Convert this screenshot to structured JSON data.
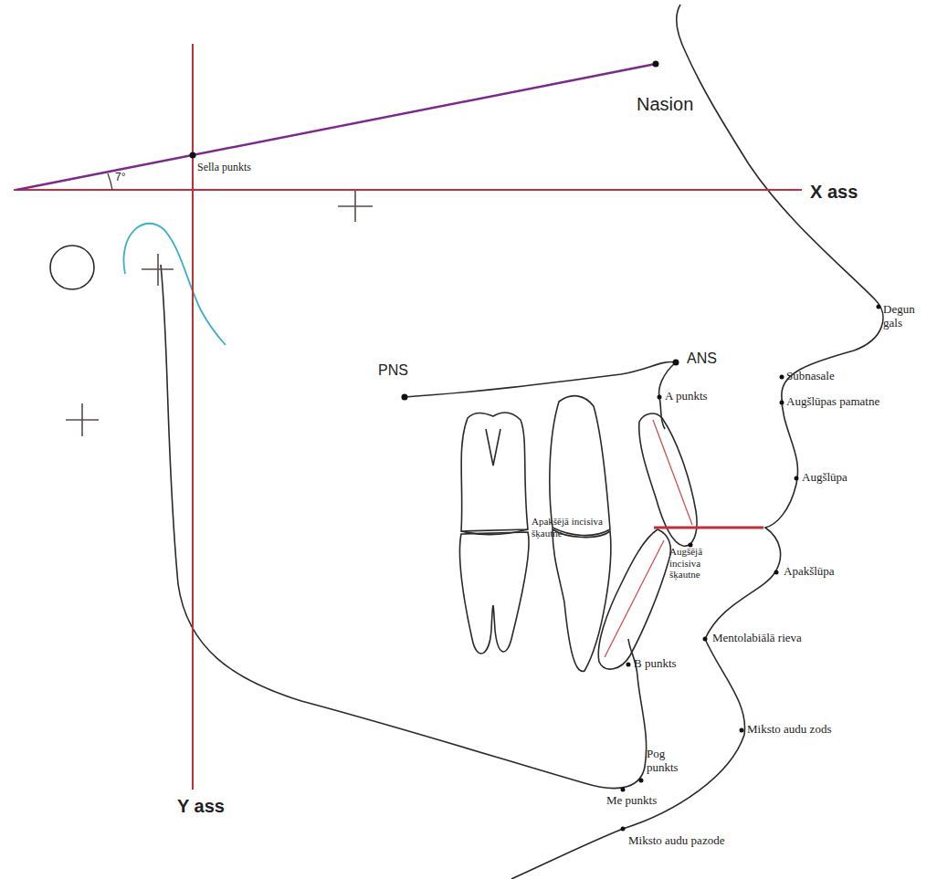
{
  "diagram": {
    "labels": [
      "Nasion",
      "7°",
      "Sella punkts",
      "X ass",
      "Degun gals",
      "Subnasale",
      "Augšlūpas pamatne",
      "PNS",
      "ANS",
      "A punkts",
      "Augšlūpa",
      "Apakšējā incisiva šķautne",
      "Augšējā incisiva šķautne",
      "Apakšlūpa",
      "Mentolabiālā rieva",
      "B punkts",
      "Miksto audu zods",
      "Pog punkts",
      "Me punkts",
      "Y ass",
      "Miksto audu pazode"
    ]
  }
}
